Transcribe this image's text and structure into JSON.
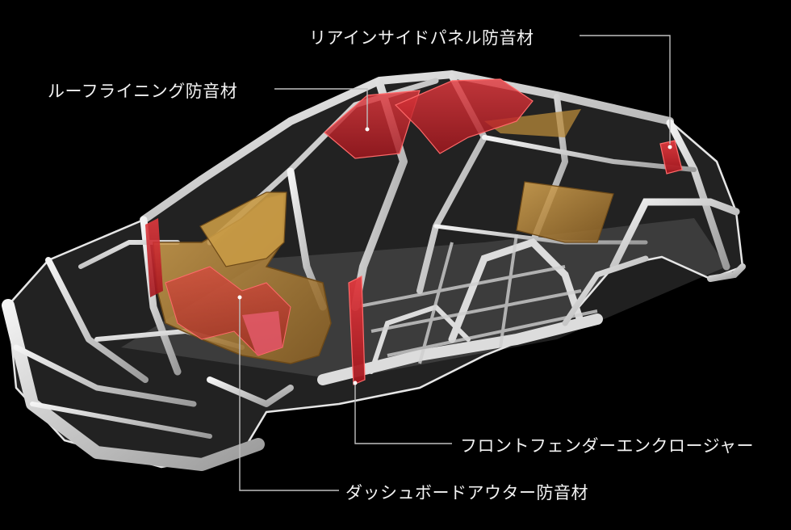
{
  "diagram": {
    "background_color": "#000000",
    "accent_red": "#d8262e",
    "accent_gold": "#b8893a",
    "callouts": [
      {
        "id": "rear-inside-panel",
        "text": "リアインサイドパネル防音材"
      },
      {
        "id": "roof-lining",
        "text": "ルーフライニング防音材"
      },
      {
        "id": "front-fender-enclosure",
        "text": "フロントフェンダーエンクロージャー"
      },
      {
        "id": "dashboard-outer",
        "text": "ダッシュボードアウター防音材"
      }
    ]
  }
}
